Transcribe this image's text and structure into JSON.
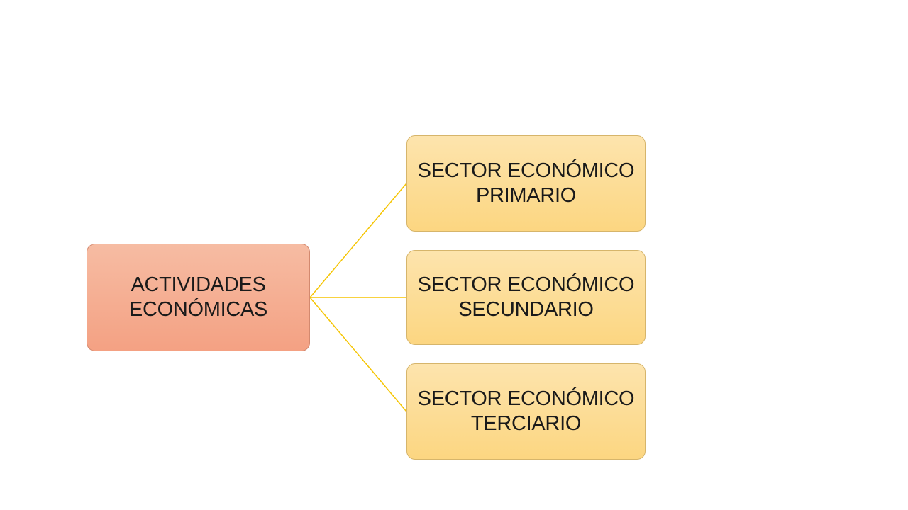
{
  "diagram": {
    "root": {
      "label": "ACTIVIDADES\nECONÓMICAS"
    },
    "children": [
      {
        "label": "SECTOR ECONÓMICO\nPRIMARIO"
      },
      {
        "label": "SECTOR ECONÓMICO\nSECUNDARIO"
      },
      {
        "label": "SECTOR ECONÓMICO\nTERCIARIO"
      }
    ],
    "colors": {
      "root_fill_top": "#f6bca3",
      "root_fill_bottom": "#f4a183",
      "child_fill_top": "#fde4ad",
      "child_fill_bottom": "#fcd681",
      "connector": "#f5c400"
    }
  }
}
